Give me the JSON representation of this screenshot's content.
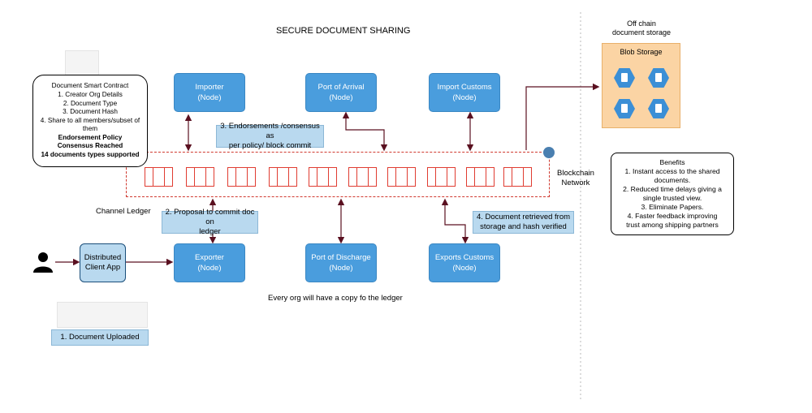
{
  "title": "SECURE DOCUMENT SHARING",
  "offchain_title": "Off chain\ndocument storage",
  "blob_title": "Blob Storage",
  "nodes": {
    "importer": {
      "name": "Importer",
      "type": "(Node)"
    },
    "port_arrival": {
      "name": "Port of Arrival",
      "type": "(Node)"
    },
    "import_customs": {
      "name": "Import Customs",
      "type": "(Node)"
    },
    "exporter": {
      "name": "Exporter",
      "type": "(Node)"
    },
    "port_discharge": {
      "name": "Port of Discharge",
      "type": "(Node)"
    },
    "exports_customs": {
      "name": "Exports Customs",
      "type": "(Node)"
    }
  },
  "contract": {
    "lines": [
      "Document Smart Contract",
      "1. Creator Org Details",
      "2. Document Type",
      "3. Document Hash",
      "4. Share to all members/subset of",
      "them"
    ],
    "bold_lines": [
      "Endorsement Policy",
      "Consensus Reached",
      "14 documents types supported"
    ]
  },
  "steps": {
    "s1": "1. Document Uploaded",
    "s2": "2. Proposal to commit doc on\nledger",
    "s3": "3. Endorsements /consensus as\nper policy/ block commit",
    "s4": "4. Document retrieved from\nstorage and hash verified"
  },
  "blockchain_label": "Blockchain\nNetwork",
  "channel_ledger": "Channel Ledger",
  "client_app": "Distributed\nClient App",
  "footer_note": "Every org will have a copy fo the ledger",
  "benefits": {
    "title": "Benefits",
    "items": [
      "1. Instant access to the shared",
      "documents.",
      "2. Reduced time delays giving a",
      "single trusted view.",
      "3. Eliminate Papers.",
      "4. Faster feedback improving",
      "trust among shipping partners"
    ]
  },
  "colors": {
    "node": "#4a9ddd",
    "label": "#b9d9ef",
    "ledger": "#e03c31",
    "arrow": "#5a1020",
    "blob": "#fbd4a4"
  }
}
